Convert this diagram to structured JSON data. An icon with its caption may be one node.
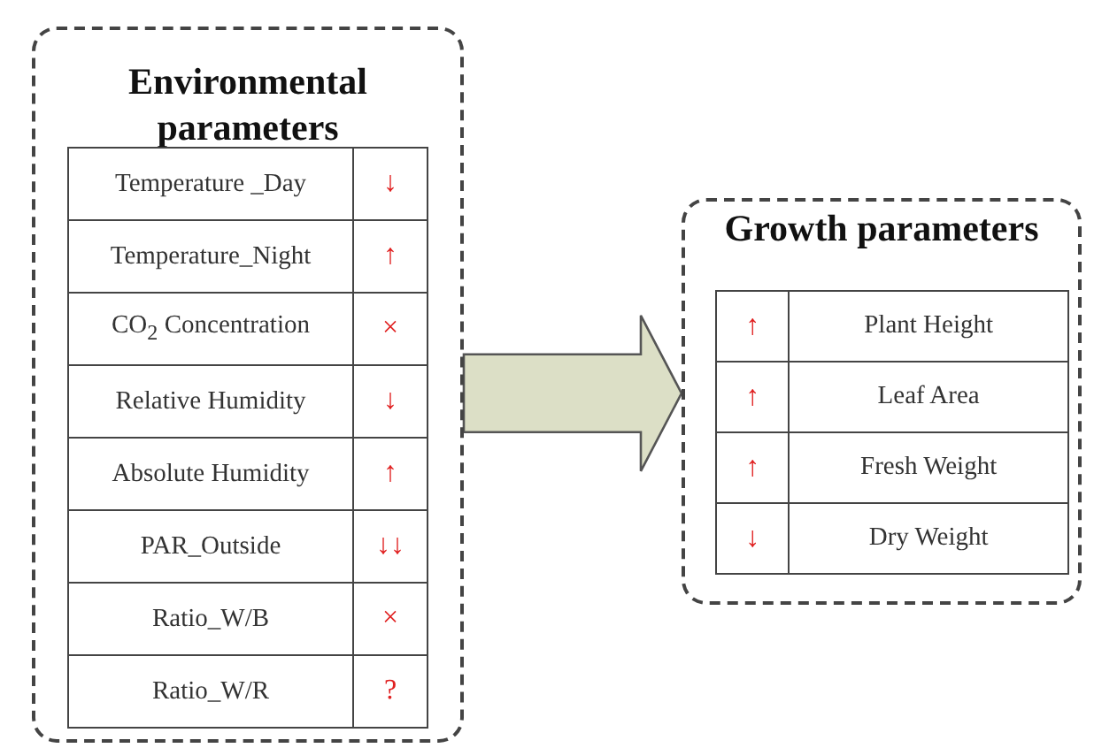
{
  "diagram": {
    "nodes": [
      {
        "text": [
          "Environmental parameters"
        ]
      },
      {
        "text": [
          "Growth parameters"
        ]
      }
    ],
    "edges": [
      {
        "from": 0,
        "to": 1,
        "arrow": "to",
        "style": "thick"
      }
    ],
    "labels": [
      "Temperature _Day",
      "↓",
      "Temperature_Night",
      "↑",
      "CO$_{2}$ Concentration",
      "×",
      "Relative Humidity",
      "↓",
      "Absolute Humidity",
      "↑",
      "PAR_Outside",
      "↓↓",
      "Ratio_W/B",
      "×",
      "Ratio_W/R",
      "?",
      "↑",
      "Plant Height",
      "↑",
      "Leaf Area",
      "↑",
      "Fresh Weight",
      "↓",
      "Dry Weight"
    ]
  }
}
